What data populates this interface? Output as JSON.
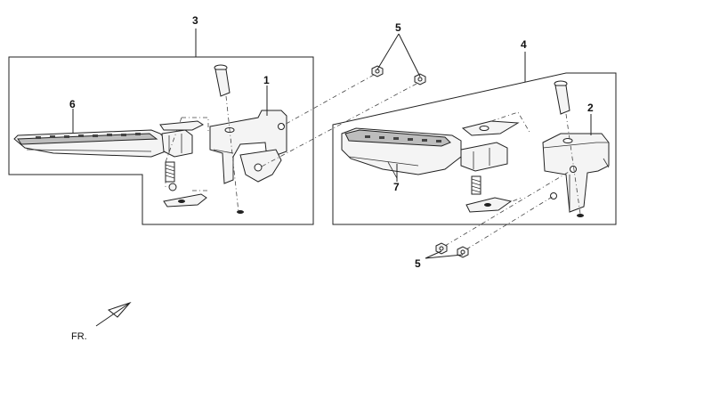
{
  "callouts": {
    "c1": "1",
    "c2": "2",
    "c3": "3",
    "c4": "4",
    "c5_top": "5",
    "c5_bottom": "5",
    "c6": "6",
    "c7": "7"
  },
  "direction_label": "FR."
}
